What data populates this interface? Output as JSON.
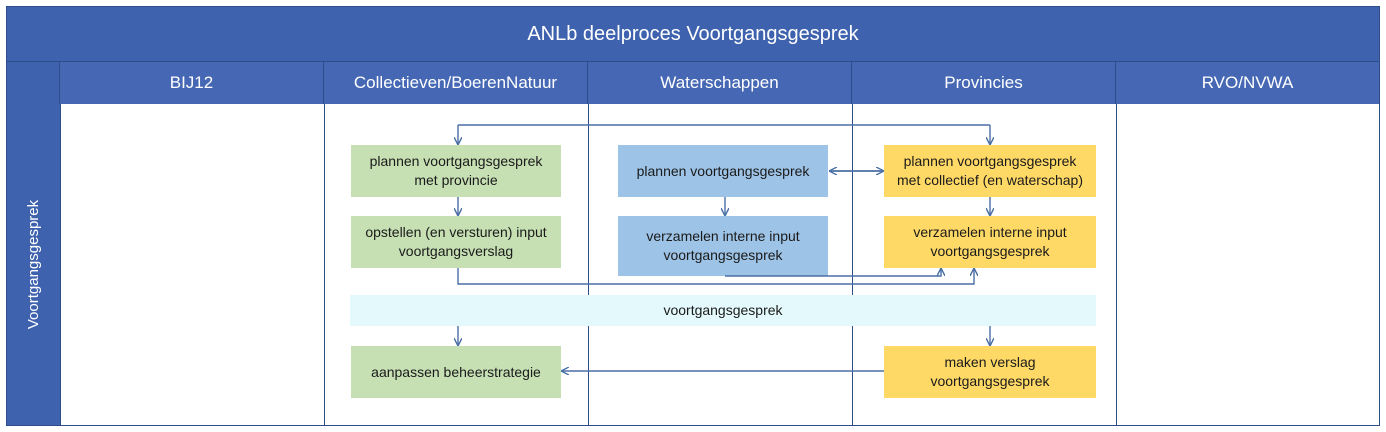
{
  "title": "ANLb deelproces Voortgangsgesprek",
  "lanes": [
    "BIJ12",
    "Collectieven/BoerenNatuur",
    "Waterschappen",
    "Provincies",
    "RVO/NVWA"
  ],
  "row_label": "Voortgangsgesprek",
  "boxes": {
    "coll_plannen": "plannen voortgangsgesprek met provincie",
    "coll_opstellen": "opstellen (en versturen) input voortgangsverslag",
    "water_plannen": "plannen voortgangsgesprek",
    "water_verzamelen": "verzamelen interne input voortgangsgesprek",
    "prov_plannen": "plannen voortgangsgesprek met collectief (en waterschap)",
    "prov_verzamelen": "verzamelen interne input voortgangsgesprek",
    "gesprek": "voortgangsgesprek",
    "coll_aanpassen": "aanpassen beheerstrategie",
    "prov_verslag": "maken verslag voortgangsgesprek"
  },
  "colors": {
    "title_bg": "#3F62AE",
    "header_bg": "#4668B4",
    "line": "#2E4E8A",
    "arrow": "#4A6FA5",
    "green": "#C6E0B4",
    "blue": "#9DC3E6",
    "yellow": "#FFD966",
    "cyan": "#E4F9FC"
  }
}
